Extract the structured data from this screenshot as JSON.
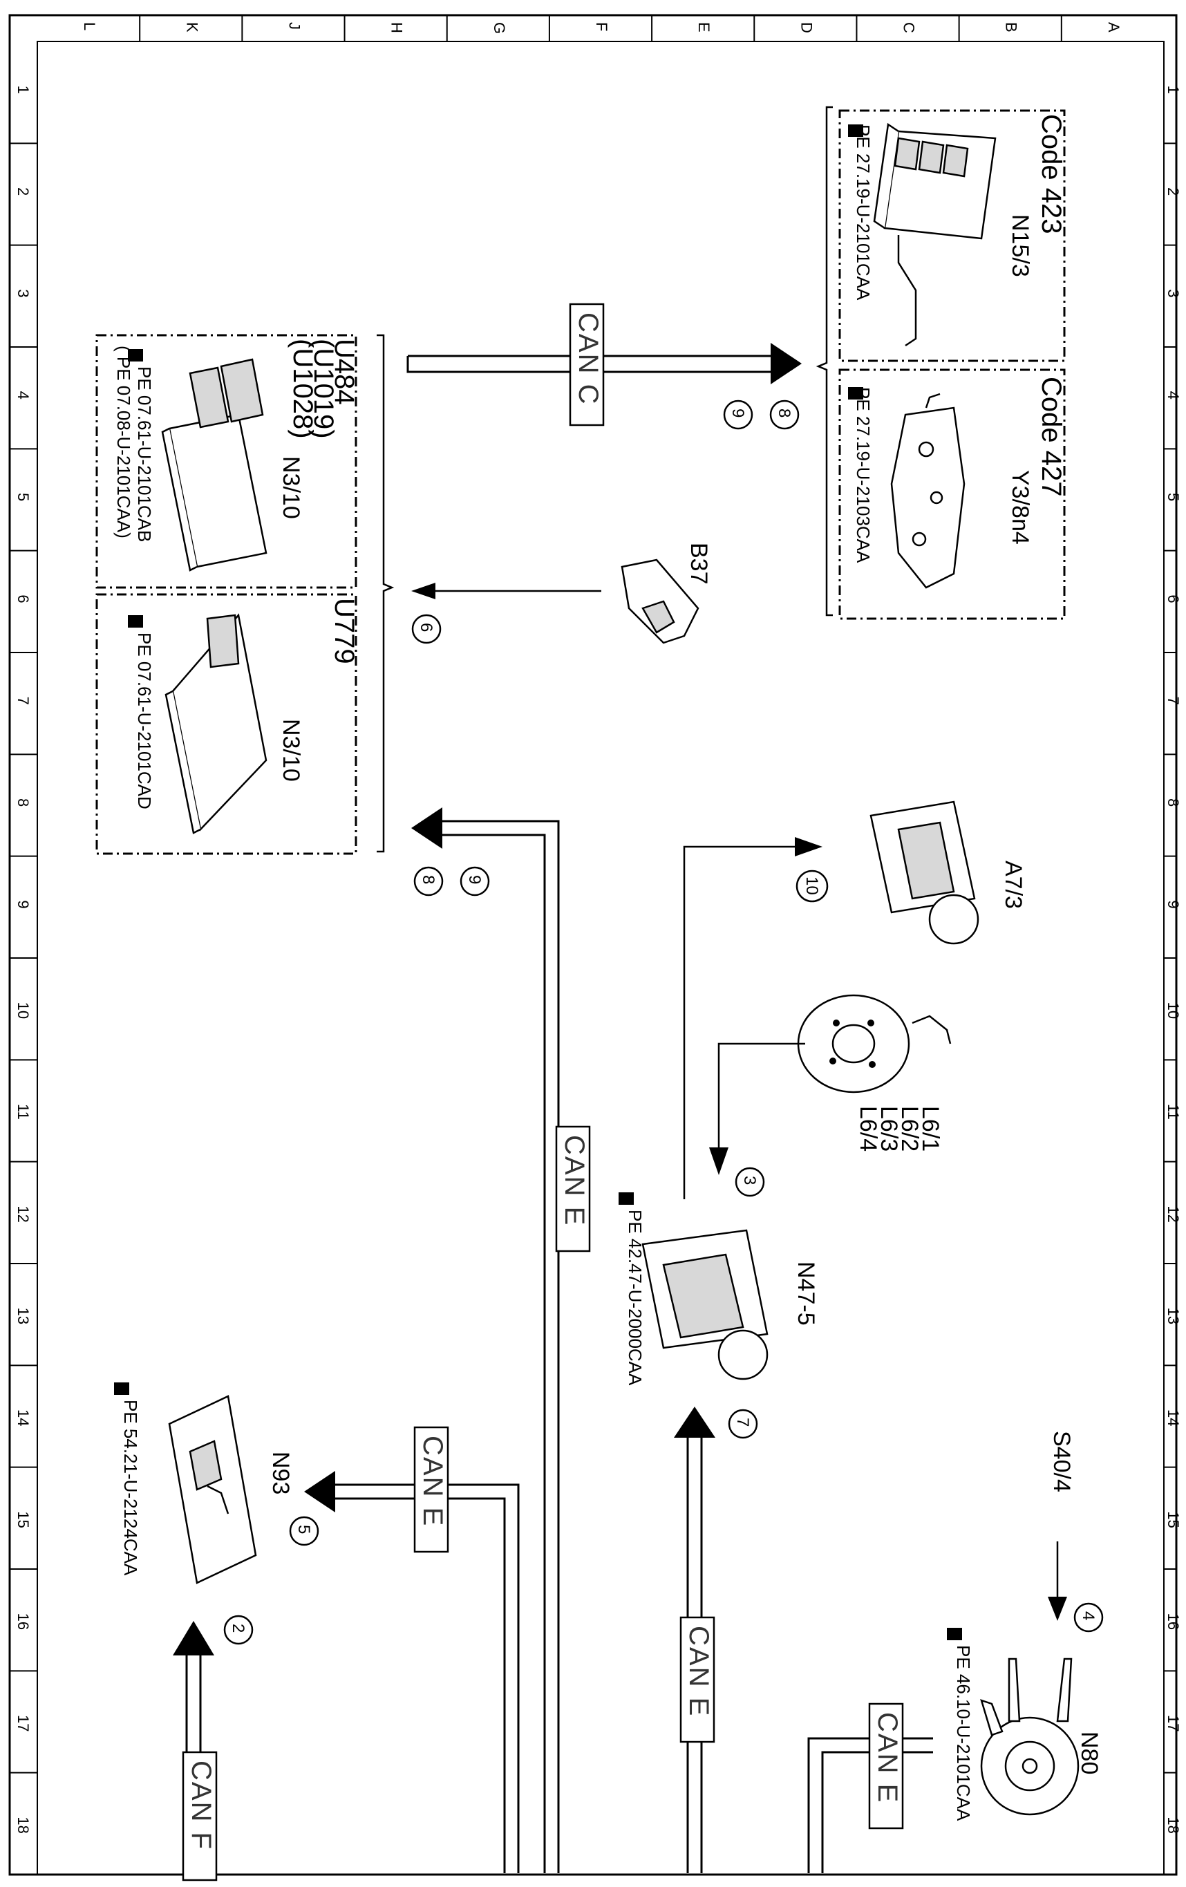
{
  "grid": {
    "columns": [
      "L",
      "K",
      "J",
      "H",
      "G",
      "F",
      "E",
      "D",
      "C",
      "B",
      "A"
    ],
    "rows": [
      "1",
      "2",
      "3",
      "4",
      "5",
      "6",
      "7",
      "8",
      "9",
      "10",
      "11",
      "12",
      "13",
      "14",
      "15",
      "16",
      "17",
      "18"
    ]
  },
  "components": {
    "n15_3": {
      "code": "Code 423",
      "name": "N15/3",
      "ref": "PE 27.19-U-2101CAA"
    },
    "y3_8n4": {
      "code": "Code 427",
      "name": "Y3/8n4",
      "ref": "PE 27.19-U-2103CAA"
    },
    "n3_10_a": {
      "code_1": "U484",
      "code_2": "(U1019)",
      "code_3": "(U1028)",
      "name": "N3/10",
      "ref_1": "PE 07.61-U-2101CAB",
      "ref_2": "( PE 07.08-U-2101CAA)"
    },
    "n3_10_b": {
      "code": "U779",
      "name": "N3/10",
      "ref": "PE 07.61-U-2101CAD"
    },
    "b37": {
      "name": "B37"
    },
    "a7_3": {
      "name": "A7/3"
    },
    "l6": {
      "name_1": "L6/1",
      "name_2": "L6/2",
      "name_3": "L6/3",
      "name_4": "L6/4"
    },
    "n47_5": {
      "name": "N47-5",
      "ref": "PE 42.47-U-2000CAA"
    },
    "n93": {
      "name": "N93",
      "ref": "PE 54.21-U-2124CAA"
    },
    "s40_4": {
      "name": "S40/4"
    },
    "n80": {
      "name": "N80",
      "ref": "PE 46.10-U-2101CAA"
    }
  },
  "can_labels": {
    "can_c": "CAN C",
    "can_e_main": "CAN E",
    "can_e_n93": "CAN E",
    "can_e_n47": "CAN E",
    "can_e_n80": "CAN E",
    "can_f": "CAN F"
  },
  "callouts": {
    "c8_top": "8",
    "c9_top": "9",
    "c6": "6",
    "c9_mid": "9",
    "c8_mid": "8",
    "c10": "10",
    "c3": "3",
    "c7": "7",
    "c5": "5",
    "c2": "2",
    "c4": "4"
  }
}
